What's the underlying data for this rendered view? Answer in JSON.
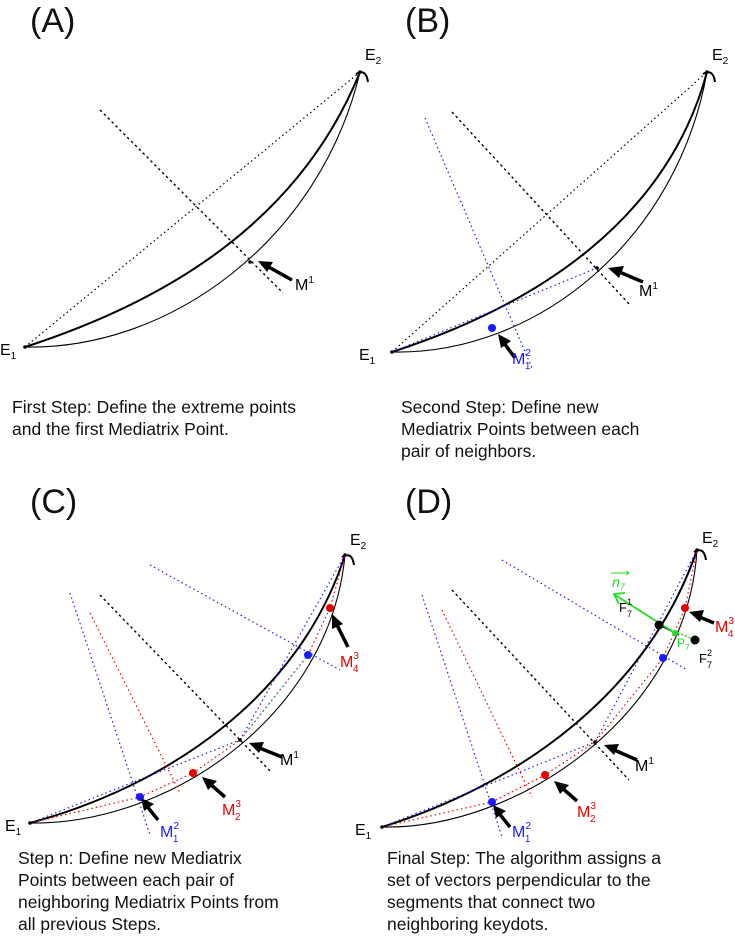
{
  "panels": [
    {
      "label": "(A)",
      "caption": "First Step: Define the extreme points\n and the first Mediatrix Point."
    },
    {
      "label": "(B)",
      "caption": "Second Step: Define new\nMediatrix Points between each\npair of neighbors."
    },
    {
      "label": "(C)",
      "caption": "Step n: Define new Mediatrix\nPoints between each pair of\nneighboring Mediatrix Points from\nall previous Steps."
    },
    {
      "label": "(D)",
      "caption": "Final Step: The algorithm assigns a\nset of vectors perpendicular to the\nsegments that connect two\nneighboring keydots."
    }
  ],
  "labels": {
    "e1": "E",
    "e1_sub": "1",
    "e2": "E",
    "e2_sub": "2",
    "m1": "M",
    "m1_sup": "1",
    "m12": "M",
    "m12_sup": "2",
    "m12_sub": "1",
    "m23": "M",
    "m23_sup": "3",
    "m23_sub": "2",
    "m43": "M",
    "m43_sup": "3",
    "m43_sub": "4",
    "f71": "F",
    "f71_sup": "1",
    "f71_sub": "7",
    "f72": "F",
    "f72_sup": "2",
    "f72_sub": "7",
    "n7": "n",
    "n7_sub": "7",
    "p7": "P",
    "p7_sub": "7"
  },
  "colors": {
    "black": "#000000",
    "blue": "#1a1aff",
    "red": "#e60000",
    "green": "#22dd22",
    "cyan": "#33bbdd"
  }
}
